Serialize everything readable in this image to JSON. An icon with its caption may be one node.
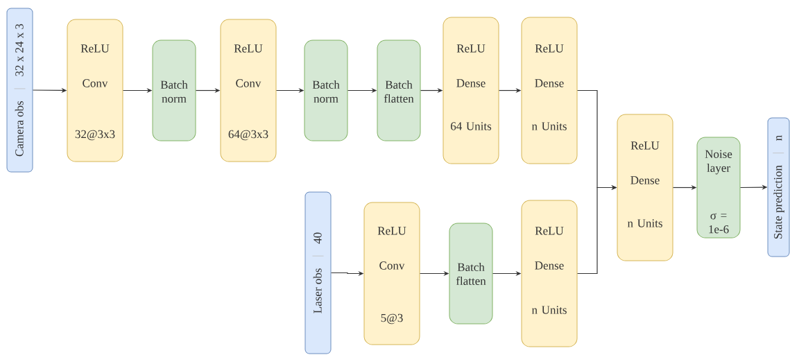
{
  "diagram": {
    "nodes": [
      {
        "text": [
          "Camera obs",
          "32 x 24 x 3"
        ]
      },
      {
        "text": [
          "ReLU",
          "Conv",
          "32@3x3"
        ]
      },
      {
        "text": [
          "Batch norm"
        ]
      },
      {
        "text": [
          "ReLU",
          "Conv",
          "64@3x3"
        ]
      },
      {
        "text": [
          "Batch norm"
        ]
      },
      {
        "text": [
          "Batch flatten"
        ]
      },
      {
        "text": [
          "ReLU",
          "Dense",
          "64 Units"
        ]
      },
      {
        "text": [
          "ReLU",
          "Dense",
          "n Units"
        ]
      },
      {
        "text": [
          "Laser obs",
          "40"
        ]
      },
      {
        "text": [
          "ReLU",
          "Conv",
          "5@3"
        ]
      },
      {
        "text": [
          "Batch flatten"
        ]
      },
      {
        "text": [
          "ReLU",
          "Dense",
          "n Units"
        ]
      },
      {
        "text": [
          "ReLU",
          "Dense",
          "n Units"
        ]
      },
      {
        "text": [
          "Noise layer",
          "σ = 1e-6"
        ]
      },
      {
        "text": [
          "State prediction",
          "n"
        ]
      }
    ],
    "edges": [
      {
        "from": 0,
        "to": 1,
        "arrow": "to"
      },
      {
        "from": 1,
        "to": 2,
        "arrow": "to"
      },
      {
        "from": 2,
        "to": 3,
        "arrow": "to"
      },
      {
        "from": 3,
        "to": 4,
        "arrow": "to"
      },
      {
        "from": 4,
        "to": 5,
        "arrow": "to"
      },
      {
        "from": 5,
        "to": 6,
        "arrow": "to"
      },
      {
        "from": 6,
        "to": 7,
        "arrow": "to"
      },
      {
        "from": 7,
        "to": 12,
        "arrow": "to"
      },
      {
        "from": 8,
        "to": 9,
        "arrow": "to"
      },
      {
        "from": 9,
        "to": 10,
        "arrow": "to"
      },
      {
        "from": 10,
        "to": 11,
        "arrow": "to"
      },
      {
        "from": 11,
        "to": 12,
        "arrow": "to"
      },
      {
        "from": 12,
        "to": 13,
        "arrow": "to"
      },
      {
        "from": 13,
        "to": 14,
        "arrow": "to"
      }
    ]
  }
}
